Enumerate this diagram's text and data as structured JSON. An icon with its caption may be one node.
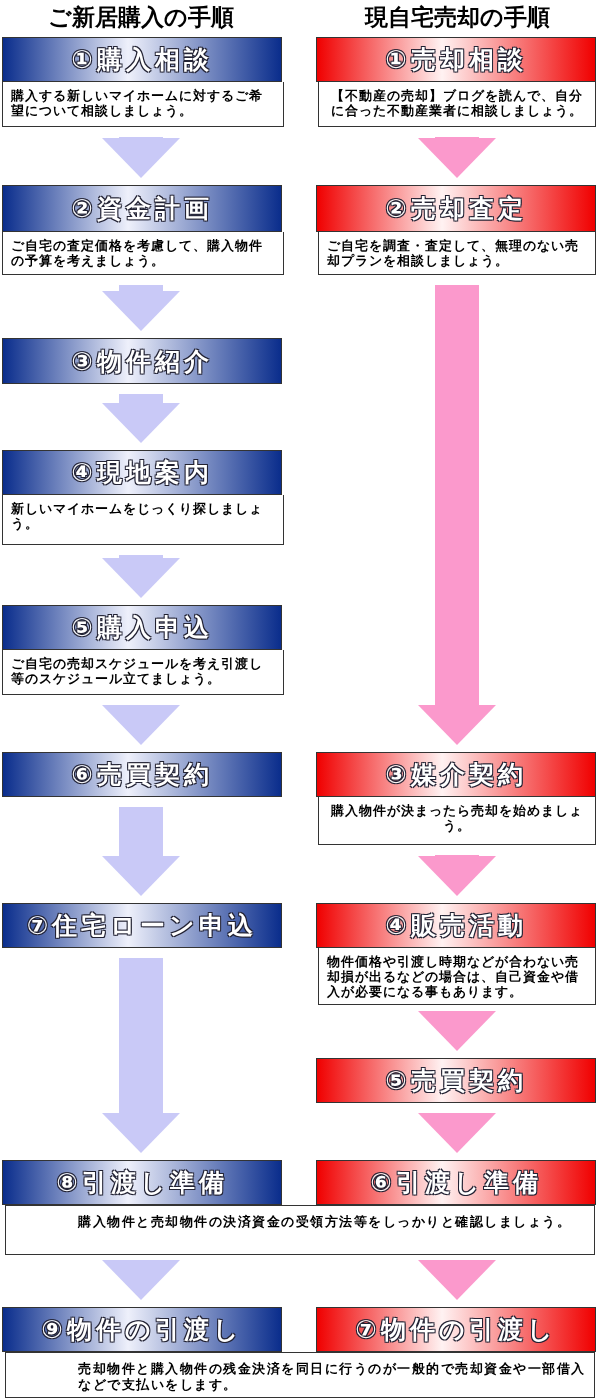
{
  "diagram": {
    "nodes": [
      {
        "text": [
          "①購入相談",
          "購入する新しいマイホームに対するご希望について相談しましょう。"
        ]
      },
      {
        "text": [
          "①売却相談",
          "【不動産の売却】ブログを読んで、自分に合った不動産業者に相談しましょう。"
        ]
      },
      {
        "text": [
          "②資金計画",
          "ご自宅の査定価格を考慮して、購入物件の予算を考えましょう。"
        ]
      },
      {
        "text": [
          "②売却査定",
          "ご自宅を調査・査定して、無理のない売却プランを相談しましょう。"
        ]
      },
      {
        "text": [
          "③物件紹介"
        ]
      },
      {
        "text": [
          "④現地案内",
          "新しいマイホームをじっくり探しましょう。"
        ]
      },
      {
        "text": [
          "⑤購入申込",
          "ご自宅の売却スケジュールを考え引渡し等のスケジュール立てましょう。"
        ]
      },
      {
        "text": [
          "⑥売買契約"
        ]
      },
      {
        "text": [
          "③媒介契約",
          "購入物件が決まったら売却を始めましょう。"
        ]
      },
      {
        "text": [
          "⑦住宅ローン申込"
        ]
      },
      {
        "text": [
          "④販売活動",
          "物件価格や引渡し時期などが合わない売却損が出るなどの場合は、自己資金や借入が必要になる事もあります。"
        ]
      },
      {
        "text": [
          "⑤売買契約"
        ]
      },
      {
        "text": [
          "⑧引渡し準備"
        ]
      },
      {
        "text": [
          "⑥引渡し準備"
        ]
      },
      {
        "text": [
          "購入物件と売却物件の決済資金の受領方法等をしっかりと確認しましょう。"
        ]
      },
      {
        "text": [
          "⑨物件の引渡し"
        ]
      },
      {
        "text": [
          "⑦物件の引渡し"
        ]
      },
      {
        "text": [
          "売却物件と購入物件の残金決済を同日に行うのが一般的で売却資金や一部借入などで支払いをします。"
        ]
      }
    ],
    "edges": [
      {
        "from": 0,
        "to": 2,
        "arrow": "to"
      },
      {
        "from": 2,
        "to": 4,
        "arrow": "to"
      },
      {
        "from": 4,
        "to": 5,
        "arrow": "to"
      },
      {
        "from": 5,
        "to": 6,
        "arrow": "to"
      },
      {
        "from": 6,
        "to": 7,
        "arrow": "to"
      },
      {
        "from": 7,
        "to": 9,
        "arrow": "to"
      },
      {
        "from": 9,
        "to": 12,
        "arrow": "to"
      },
      {
        "from": 14,
        "to": 15,
        "arrow": "to"
      },
      {
        "from": 1,
        "to": 3,
        "arrow": "to",
        "color": "#fb99cc"
      },
      {
        "from": 3,
        "to": 8,
        "arrow": "to",
        "color": "#fb99cc"
      },
      {
        "from": 8,
        "to": 10,
        "arrow": "to",
        "color": "#fb99cc"
      },
      {
        "from": 10,
        "to": 11,
        "arrow": "to",
        "color": "#fb99cc"
      },
      {
        "from": 11,
        "to": 13,
        "arrow": "to",
        "color": "#fb99cc"
      },
      {
        "from": 14,
        "to": 16,
        "arrow": "to",
        "color": "#fb99cc"
      }
    ],
    "labels": [
      "ご新居購入の手順",
      "現自宅売却の手順"
    ]
  }
}
